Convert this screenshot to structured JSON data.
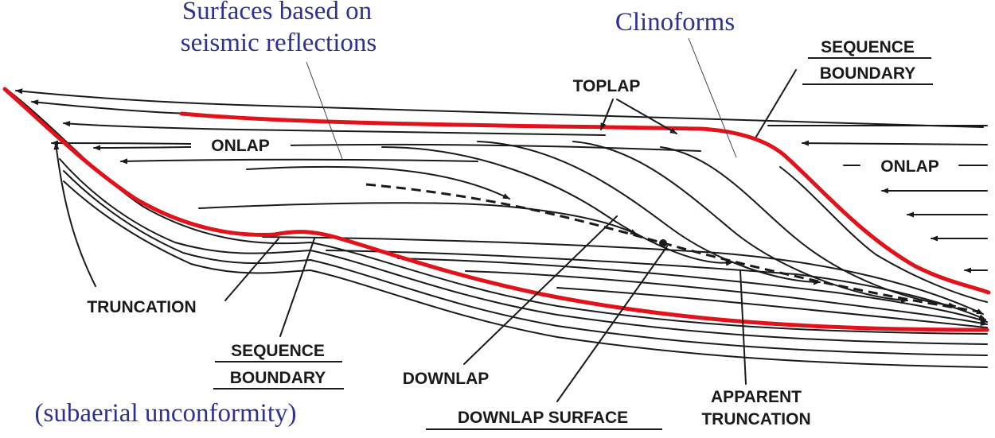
{
  "labels": {
    "surfaces_line1": "Surfaces based on",
    "surfaces_line2": "seismic reflections",
    "clinoforms": "Clinoforms",
    "toplap": "TOPLAP",
    "sb_top_line1": "SEQUENCE",
    "sb_top_line2": "BOUNDARY",
    "onlap_left": "ONLAP",
    "onlap_right": "ONLAP",
    "truncation": "TRUNCATION",
    "sb_bottom_line1": "SEQUENCE",
    "sb_bottom_line2": "BOUNDARY",
    "subaerial": "(subaerial unconformity)",
    "downlap": "DOWNLAP",
    "downlap_surface": "DOWNLAP SURFACE",
    "apparent_line1": "APPARENT",
    "apparent_line2": "TRUNCATION"
  },
  "colors": {
    "sequence_boundary": "#e1121a",
    "serif_annotation": "#2e3192",
    "ink": "#1a1a1a"
  }
}
